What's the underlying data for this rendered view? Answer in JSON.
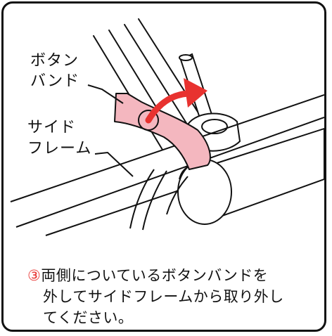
{
  "labels": {
    "button_band": [
      "ボタン",
      "バンド"
    ],
    "side_frame": [
      "サイド",
      "フレーム"
    ]
  },
  "caption": {
    "step_number": "③",
    "line1": "両側についているボタンバンドを",
    "line2": "外してサイドフレームから取り外し",
    "line3": "てください。"
  },
  "colors": {
    "band_fill": "#f4b7bf",
    "arrow": "#e8322f",
    "outline": "#111111"
  }
}
